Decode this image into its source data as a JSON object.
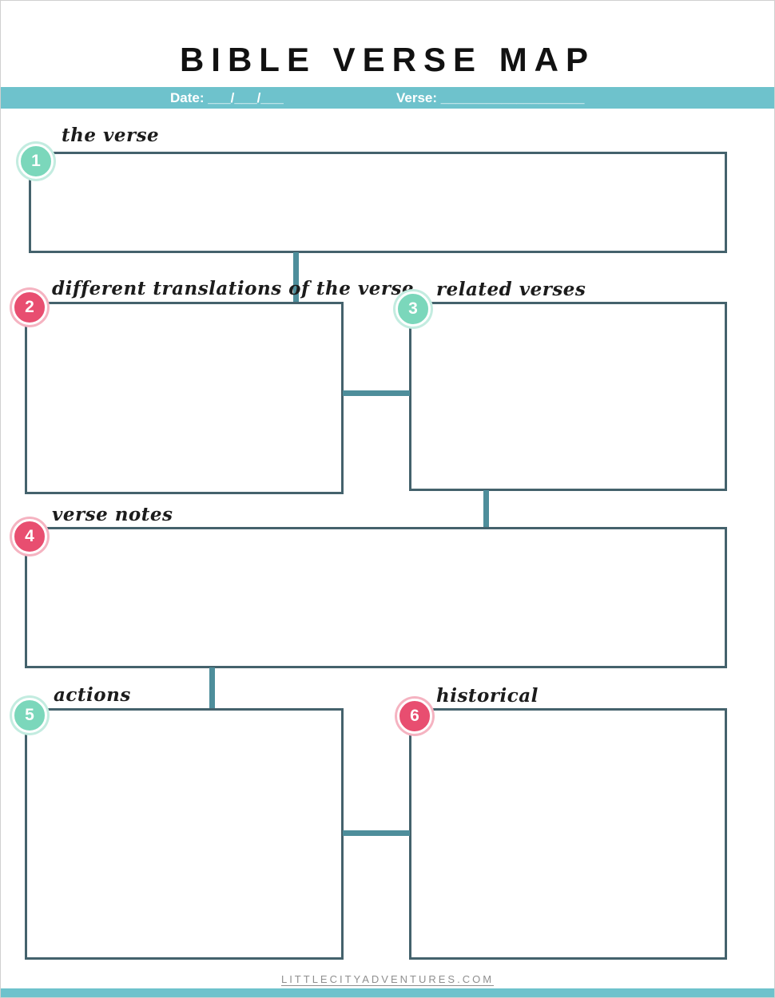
{
  "title": "BIBLE VERSE MAP",
  "header_bar": {
    "date_label": "Date: ___/___/___",
    "verse_label": "Verse: ___________________"
  },
  "sections": [
    {
      "number": "1",
      "label": "the verse",
      "color": "#7bd7bb",
      "ring": "#c3ece0"
    },
    {
      "number": "2",
      "label": "different translations of the verse",
      "color": "#e84e70",
      "ring": "#f5b3c1"
    },
    {
      "number": "3",
      "label": "related verses",
      "color": "#7bd7bb",
      "ring": "#c3ece0"
    },
    {
      "number": "4",
      "label": "verse notes",
      "color": "#e84e70",
      "ring": "#f5b3c1"
    },
    {
      "number": "5",
      "label": "actions",
      "color": "#7bd7bb",
      "ring": "#c3ece0"
    },
    {
      "number": "6",
      "label": "historical",
      "color": "#e84e70",
      "ring": "#f5b3c1"
    }
  ],
  "footer": {
    "website": "LITTLECITYADVENTURES.COM"
  },
  "colors": {
    "banner_teal": "#6ec2cc",
    "box_border": "#44626c",
    "connector_teal": "#4e8e9b",
    "badge_mint": "#7bd7bb",
    "badge_pink": "#e84e70"
  }
}
